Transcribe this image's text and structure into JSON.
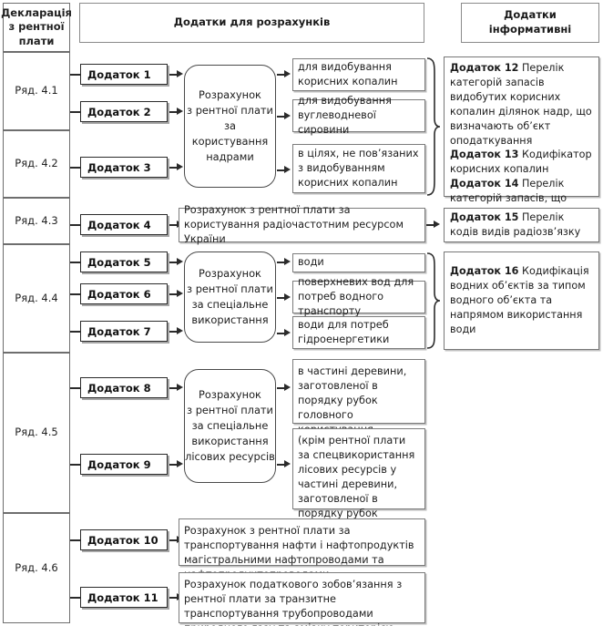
{
  "headers": {
    "declaration": "Декларація\nз рентної\nплати",
    "calc_annexes": "Додатки для розрахунків",
    "info_annexes": "Додатки\nінформативні"
  },
  "rows": [
    {
      "id": "4.1",
      "label": "Ряд. 4.1"
    },
    {
      "id": "4.2",
      "label": "Ряд. 4.2"
    },
    {
      "id": "4.3",
      "label": "Ряд. 4.3"
    },
    {
      "id": "4.4",
      "label": "Ряд. 4.4"
    },
    {
      "id": "4.5",
      "label": "Ряд. 4.5"
    },
    {
      "id": "4.6",
      "label": "Ряд. 4.6"
    }
  ],
  "annexes": [
    {
      "n": 1,
      "label": "Додаток 1"
    },
    {
      "n": 2,
      "label": "Додаток 2"
    },
    {
      "n": 3,
      "label": "Додаток 3"
    },
    {
      "n": 4,
      "label": "Додаток 4"
    },
    {
      "n": 5,
      "label": "Додаток 5"
    },
    {
      "n": 6,
      "label": "Додаток 6"
    },
    {
      "n": 7,
      "label": "Додаток 7"
    },
    {
      "n": 8,
      "label": "Додаток 8"
    },
    {
      "n": 9,
      "label": "Додаток 9"
    },
    {
      "n": 10,
      "label": "Додаток 10"
    },
    {
      "n": 11,
      "label": "Додаток 11"
    }
  ],
  "processes": {
    "nadra": "Розрахунок\nз рентної плати\nза користування\nнадрами",
    "radio": "Розрахунок з рентної плати за користування радіочастотним ресурсом України",
    "water": "Розрахунок\nз рентної плати\nза спеціальне\nвикористання",
    "forest": "Розрахунок\nз рентної плати\nза спеціальне\nвикористання\nлісових ресурсів",
    "oil": "Розрахунок з рентної плати за транспортування нафти і нафтопродуктів магістральними нафтопроводами та нафтопродуктопроводами",
    "gas": "Розрахунок податкового зобов’язання з рентної плати за транзитне транспортування трубопроводами природного газу та аміаку територією України"
  },
  "purposes": {
    "mining": "для видобування корисних копалин",
    "hydrocarbon": "для видобування вуглеводневої сировини",
    "non_mining": "в цілях, не пов’язаних з видобуванням корисних копалин",
    "water_plain": "води",
    "water_transport": "поверхневих вод для потреб водного транспорту",
    "water_hydro": "води для потреб гідроенергетики",
    "timber_main": "в частині деревини, заготовленої в порядку рубок головного користування",
    "timber_other": "(крім рентної плати за спецвикористання лісових ресурсів у частині деревини, заготовленої в порядку рубок головного користування)"
  },
  "info_boxes": {
    "group_nadra": [
      {
        "title": "Додаток 12",
        "text": " Перелік категорій запасів видобутих корисних копалин ділянок надр, що визначають об’єкт оподаткування"
      },
      {
        "title": "Додаток 13",
        "text": " Кодифікатор корисних копалин"
      },
      {
        "title": "Додаток 14",
        "text": " Перелік категорій запасів, що видобуваються гірничими підприємствами"
      }
    ],
    "radio": [
      {
        "title": "Додаток 15",
        "text": " Перелік кодів видів радіозв’язку"
      }
    ],
    "water": [
      {
        "title": "Додаток 16",
        "text": " Кодифікація водних об’єктів за типом водного об’єкта та напрямом використання води"
      }
    ]
  },
  "colors": {
    "page_bg": "#ffffff",
    "line": "#2b2b2b",
    "box_border": "#7c7c7c",
    "chip_border": "#2b2b2b",
    "shadow": "#bdbdbd",
    "text": "#1d1d1d"
  }
}
